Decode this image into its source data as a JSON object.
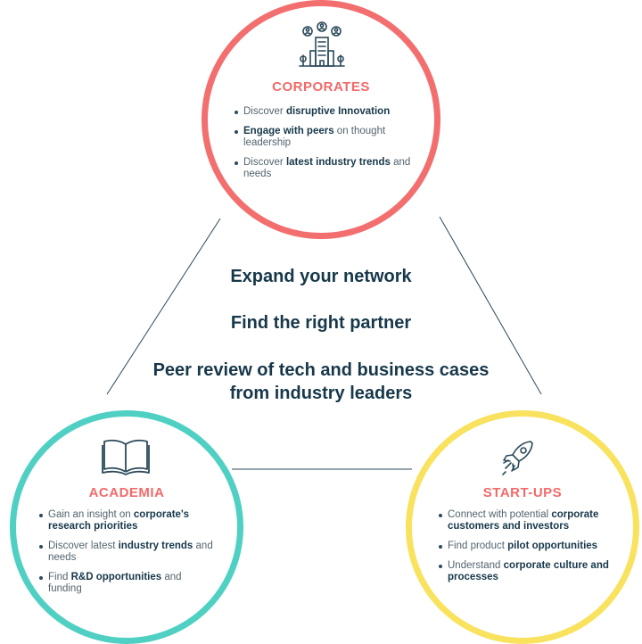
{
  "center": {
    "line1": "Expand your network",
    "line2": "Find the right partner",
    "line3a": "Peer review of tech and business cases",
    "line3b": "from industry leaders"
  },
  "corporates": {
    "heading": "CORPORATES",
    "icon": "corporate-building-people-icon",
    "color": "#f36f6f",
    "items": [
      {
        "pre": "Discover ",
        "bold": "disruptive Innovation",
        "post": ""
      },
      {
        "pre": "",
        "bold": "Engage with peers",
        "post": " on thought leadership"
      },
      {
        "pre": "Discover ",
        "bold": "latest industry trends",
        "post": " and needs"
      }
    ]
  },
  "academia": {
    "heading": "ACADEMIA",
    "icon": "open-book-icon",
    "color": "#4fd0c3",
    "items": [
      {
        "pre": "Gain an insight on ",
        "bold": "corporate's research priorities",
        "post": ""
      },
      {
        "pre": "Discover latest ",
        "bold": "industry trends",
        "post": " and needs"
      },
      {
        "pre": "Find ",
        "bold": "R&D opportunities",
        "post": " and funding"
      }
    ]
  },
  "startups": {
    "heading": "START-UPS",
    "icon": "rocket-icon",
    "color": "#f8e25e",
    "items": [
      {
        "pre": "Connect with potential ",
        "bold": "corporate customers and investors",
        "post": ""
      },
      {
        "pre": "Find product ",
        "bold": "pilot opportunities",
        "post": ""
      },
      {
        "pre": "Understand ",
        "bold": "corporate culture and processes",
        "post": ""
      }
    ]
  }
}
